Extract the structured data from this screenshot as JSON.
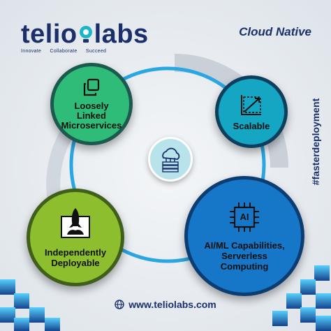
{
  "brand": {
    "logo_prefix": "telio",
    "logo_suffix": "labs",
    "taglines": [
      "Innovate",
      "Collaborate",
      "Succeed"
    ]
  },
  "title": "Cloud Native",
  "hashtag": "#fasterdeployment",
  "bubbles": {
    "loosely": {
      "line1": "Loosely",
      "line2": "Linked",
      "line3": "Microservices"
    },
    "scalable": {
      "label": "Scalable"
    },
    "deployable": {
      "line1": "Independently",
      "line2": "Deployable"
    },
    "aiml": {
      "line1": "AI/ML Capabilities,",
      "line2": "Serverless",
      "line3": "Computing",
      "chip": "AI"
    }
  },
  "footer": {
    "url": "www.teliolabs.com"
  },
  "colors": {
    "navy": "#1b2f6b",
    "green": "#2ebc78",
    "teal": "#14a6c2",
    "lime": "#8dbe2e",
    "blue": "#1677c8"
  },
  "icons": [
    "bulb-icon",
    "copy-icon",
    "growth-chart-icon",
    "cloud-network-icon",
    "rocket-icon",
    "ai-chip-icon",
    "globe-icon"
  ]
}
